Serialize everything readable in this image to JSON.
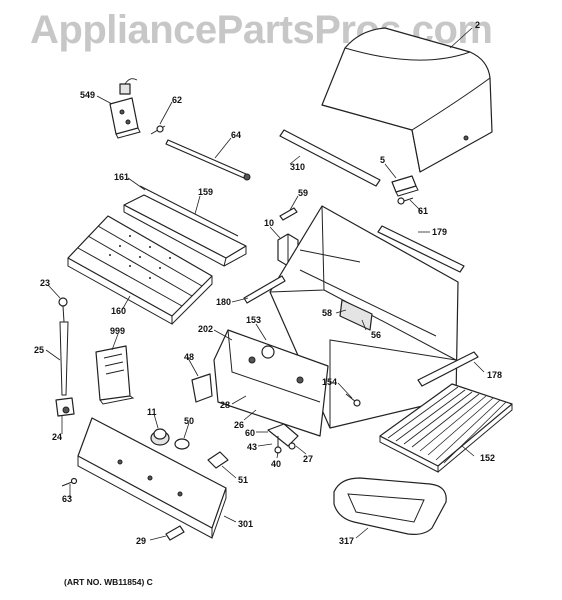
{
  "watermark": "AppliancePartsPros.com",
  "art_number": "(ART NO. WB11854) C",
  "callouts": {
    "p2": "2",
    "p549": "549",
    "p62": "62",
    "p64": "64",
    "p310": "310",
    "p5": "5",
    "p61": "61",
    "p161": "161",
    "p159": "159",
    "p59": "59",
    "p10": "10",
    "p179": "179",
    "p23": "23",
    "p180": "180",
    "p160": "160",
    "p999": "999",
    "p202": "202",
    "p153": "153",
    "p58": "58",
    "p56": "56",
    "p25": "25",
    "p48": "48",
    "p154": "154",
    "p178": "178",
    "p28": "28",
    "p11": "11",
    "p50": "50",
    "p26": "26",
    "p60": "60",
    "p43": "43",
    "p24": "24",
    "p27": "27",
    "p40": "40",
    "p152": "152",
    "p51": "51",
    "p63": "63",
    "p301": "301",
    "p317": "317",
    "p29": "29"
  }
}
